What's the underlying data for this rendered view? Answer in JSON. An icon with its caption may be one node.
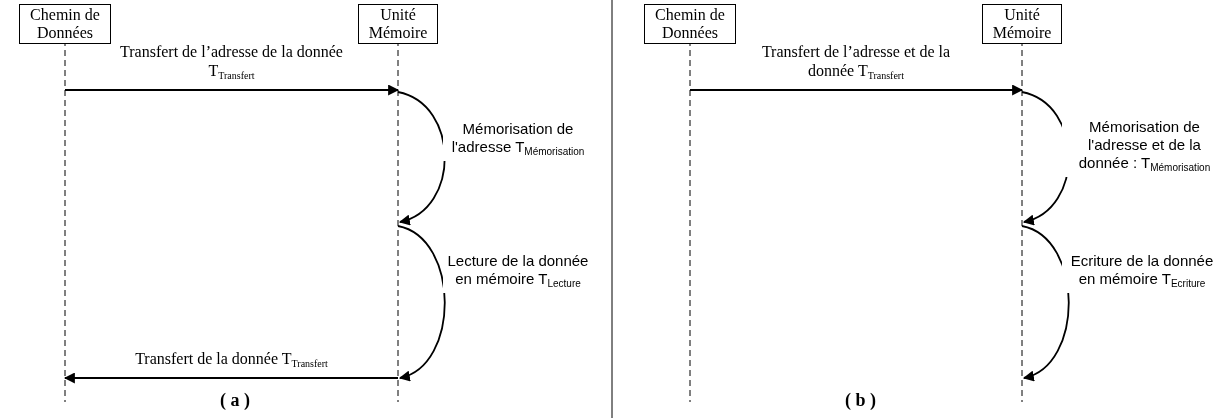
{
  "diagram": {
    "nodes": [
      {
        "text": [
          "Chemin de Données"
        ]
      },
      {
        "text": [
          "Unité Mémoire"
        ]
      },
      {
        "text": [
          "Chemin de Données"
        ]
      },
      {
        "text": [
          "Unité Mémoire"
        ]
      }
    ],
    "edges": [
      {
        "from": 0,
        "to": 1,
        "arrow": "to",
        "label": "Transfert de l’adresse de la donnée T$_{Transfert}$"
      },
      {
        "from": 1,
        "to": 1,
        "arrow": "to",
        "label": "Mémorisation de l'adresse T$_{Mémorisation}$"
      },
      {
        "from": 1,
        "to": 1,
        "arrow": "to",
        "label": "Lecture de la donnée en mémoire T$_{Lecture}$"
      },
      {
        "from": 1,
        "to": 0,
        "arrow": "to",
        "label": "Transfert de la donnée T$_{Transfert}$"
      },
      {
        "from": 2,
        "to": 3,
        "arrow": "to",
        "label": "Transfert de l’adresse et de la donnée T$_{Transfert}$"
      },
      {
        "from": 3,
        "to": 3,
        "arrow": "to",
        "label": "Mémorisation de l'adresse et de la donnée : T$_{Mémorisation}$"
      },
      {
        "from": 3,
        "to": 3,
        "arrow": "to",
        "label": "Ecriture de la donnée en mémoire T$_{Ecriture}$"
      }
    ],
    "labels": [
      "( a )",
      "( b )"
    ]
  }
}
